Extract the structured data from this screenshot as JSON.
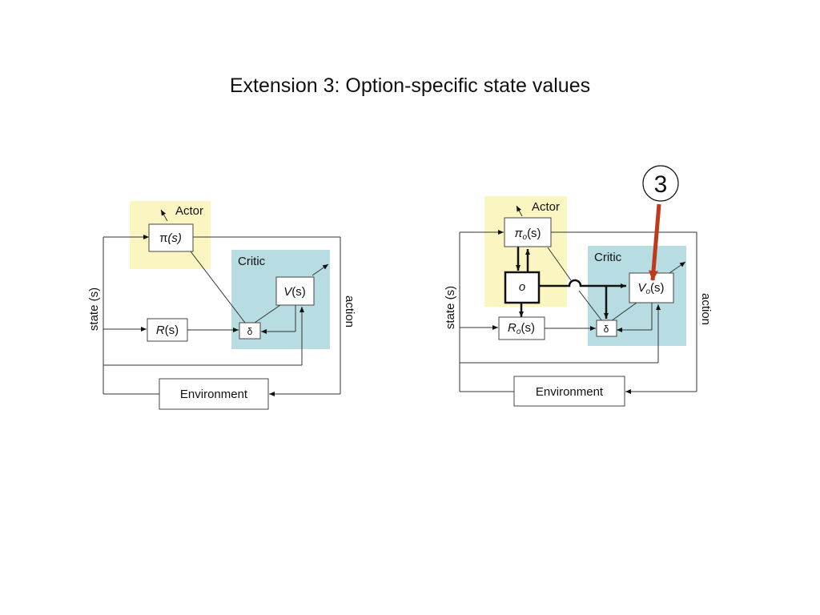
{
  "slide": {
    "title": "Extension 3: Option-specific state values"
  },
  "colors": {
    "actor_bg": "#fbf6c1",
    "critic_bg": "#b7dde2",
    "marker": "#c0391b"
  },
  "left": {
    "actor": "Actor",
    "critic": "Critic",
    "pi_symbol": "π",
    "pi_arg": "(s)",
    "v_symbol": "V",
    "v_arg": "(s)",
    "r_symbol": "R",
    "r_arg": "(s)",
    "delta": "δ",
    "environment": "Environment",
    "state_label": "state (s)",
    "action_label": "action"
  },
  "right": {
    "actor": "Actor",
    "critic": "Critic",
    "pi_symbol": "π",
    "pi_sub": "o",
    "pi_arg": "(s)",
    "option": "o",
    "v_symbol": "V",
    "v_sub": "o",
    "v_arg": "(s)",
    "r_symbol": "R",
    "r_sub": "o",
    "r_arg": "(s)",
    "delta": "δ",
    "environment": "Environment",
    "state_label": "state (s)",
    "action_label": "action"
  },
  "marker": {
    "number": "3",
    "icon": "red-arrow-icon"
  }
}
